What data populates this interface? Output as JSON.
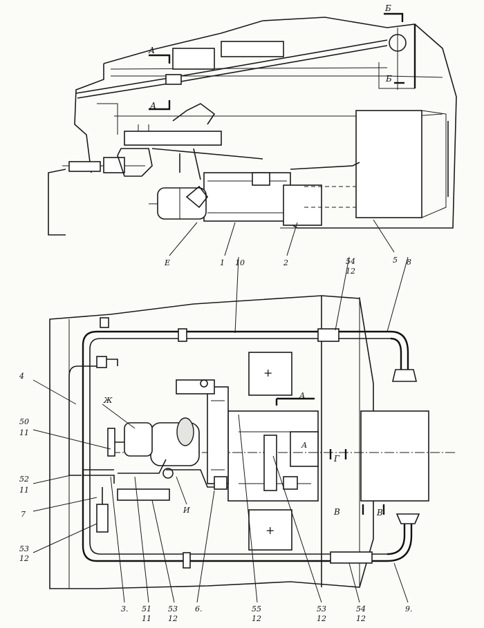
{
  "labels": {
    "A": "А",
    "B": "Б",
    "V": "В",
    "G": "Г",
    "E": "Е",
    "Zh": "Ж",
    "I": "И",
    "n1": "1",
    "n2": "2",
    "n3": "3.",
    "n4": "4",
    "n5": "5",
    "n6": "6.",
    "n7": "7",
    "n8": "8",
    "n9": "9.",
    "n10": "10",
    "n11": "11",
    "n12": "12",
    "n50": "50",
    "n51": "51",
    "n52": "52",
    "n53": "53",
    "n54": "54",
    "n55": "55"
  }
}
